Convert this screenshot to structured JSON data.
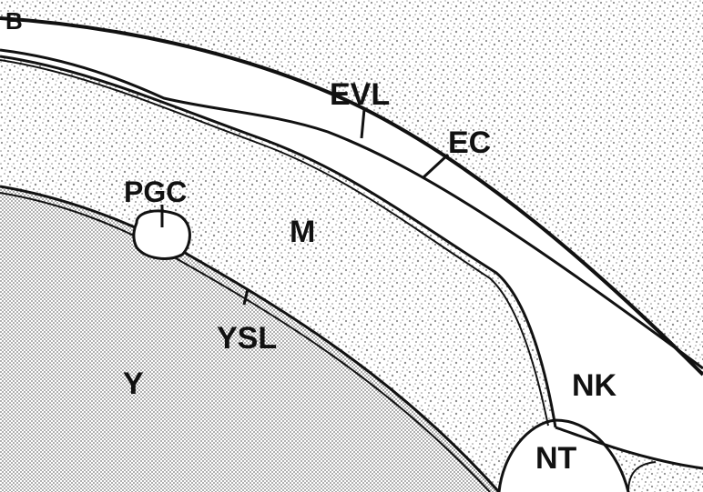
{
  "figure": {
    "panel_letter": "B",
    "labels": {
      "evl": "EVL",
      "ec": "EC",
      "pgc": "PGC",
      "m": "M",
      "ysl": "YSL",
      "y": "Y",
      "nk": "NK",
      "nt": "NT"
    }
  },
  "colors": {
    "background": "#ffffff",
    "line": "#111111",
    "stipple": "#8c8c8c",
    "yolk_dot": "#6e6e6e"
  }
}
